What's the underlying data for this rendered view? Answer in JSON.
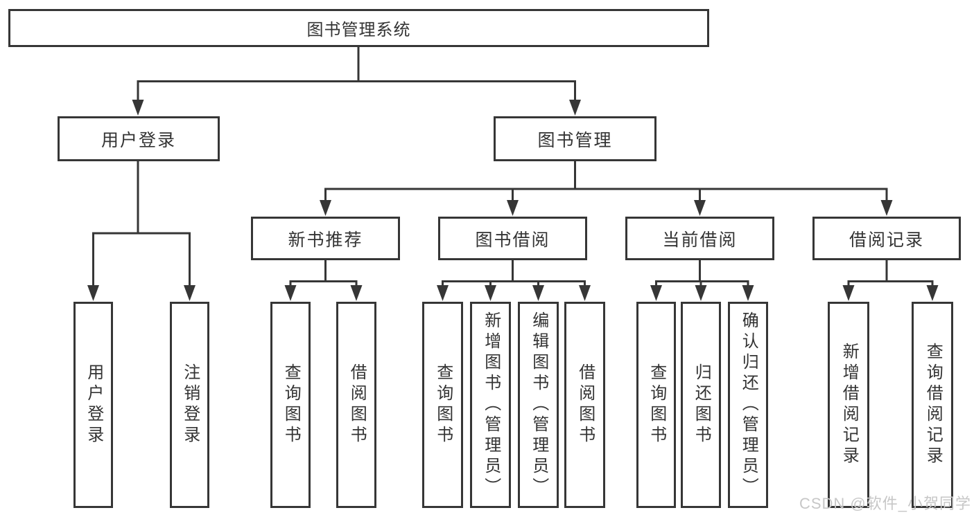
{
  "tree": {
    "label": "图书管理系统",
    "children": [
      {
        "label": "用户登录",
        "children": [
          {
            "label": "用户登录"
          },
          {
            "label": "注销登录"
          }
        ]
      },
      {
        "label": "图书管理",
        "children": [
          {
            "label": "新书推荐",
            "children": [
              {
                "label": "查询图书"
              },
              {
                "label": "借阅图书"
              }
            ]
          },
          {
            "label": "图书借阅",
            "children": [
              {
                "label": "查询图书"
              },
              {
                "label": "新增图书（管理员）"
              },
              {
                "label": "编辑图书（管理员）"
              },
              {
                "label": "借阅图书"
              }
            ]
          },
          {
            "label": "当前借阅",
            "children": [
              {
                "label": "查询图书"
              },
              {
                "label": "归还图书"
              },
              {
                "label": "确认归还（管理员）"
              }
            ]
          },
          {
            "label": "借阅记录",
            "children": [
              {
                "label": "新增借阅记录"
              },
              {
                "label": "查询借阅记录"
              }
            ]
          }
        ]
      }
    ]
  },
  "watermark": {
    "text": "CSDN @软件_小贺同学"
  },
  "colors": {
    "line": "#363636",
    "text": "#333333",
    "watermark_text": "#c7c7c7",
    "background": "#ffffff"
  }
}
